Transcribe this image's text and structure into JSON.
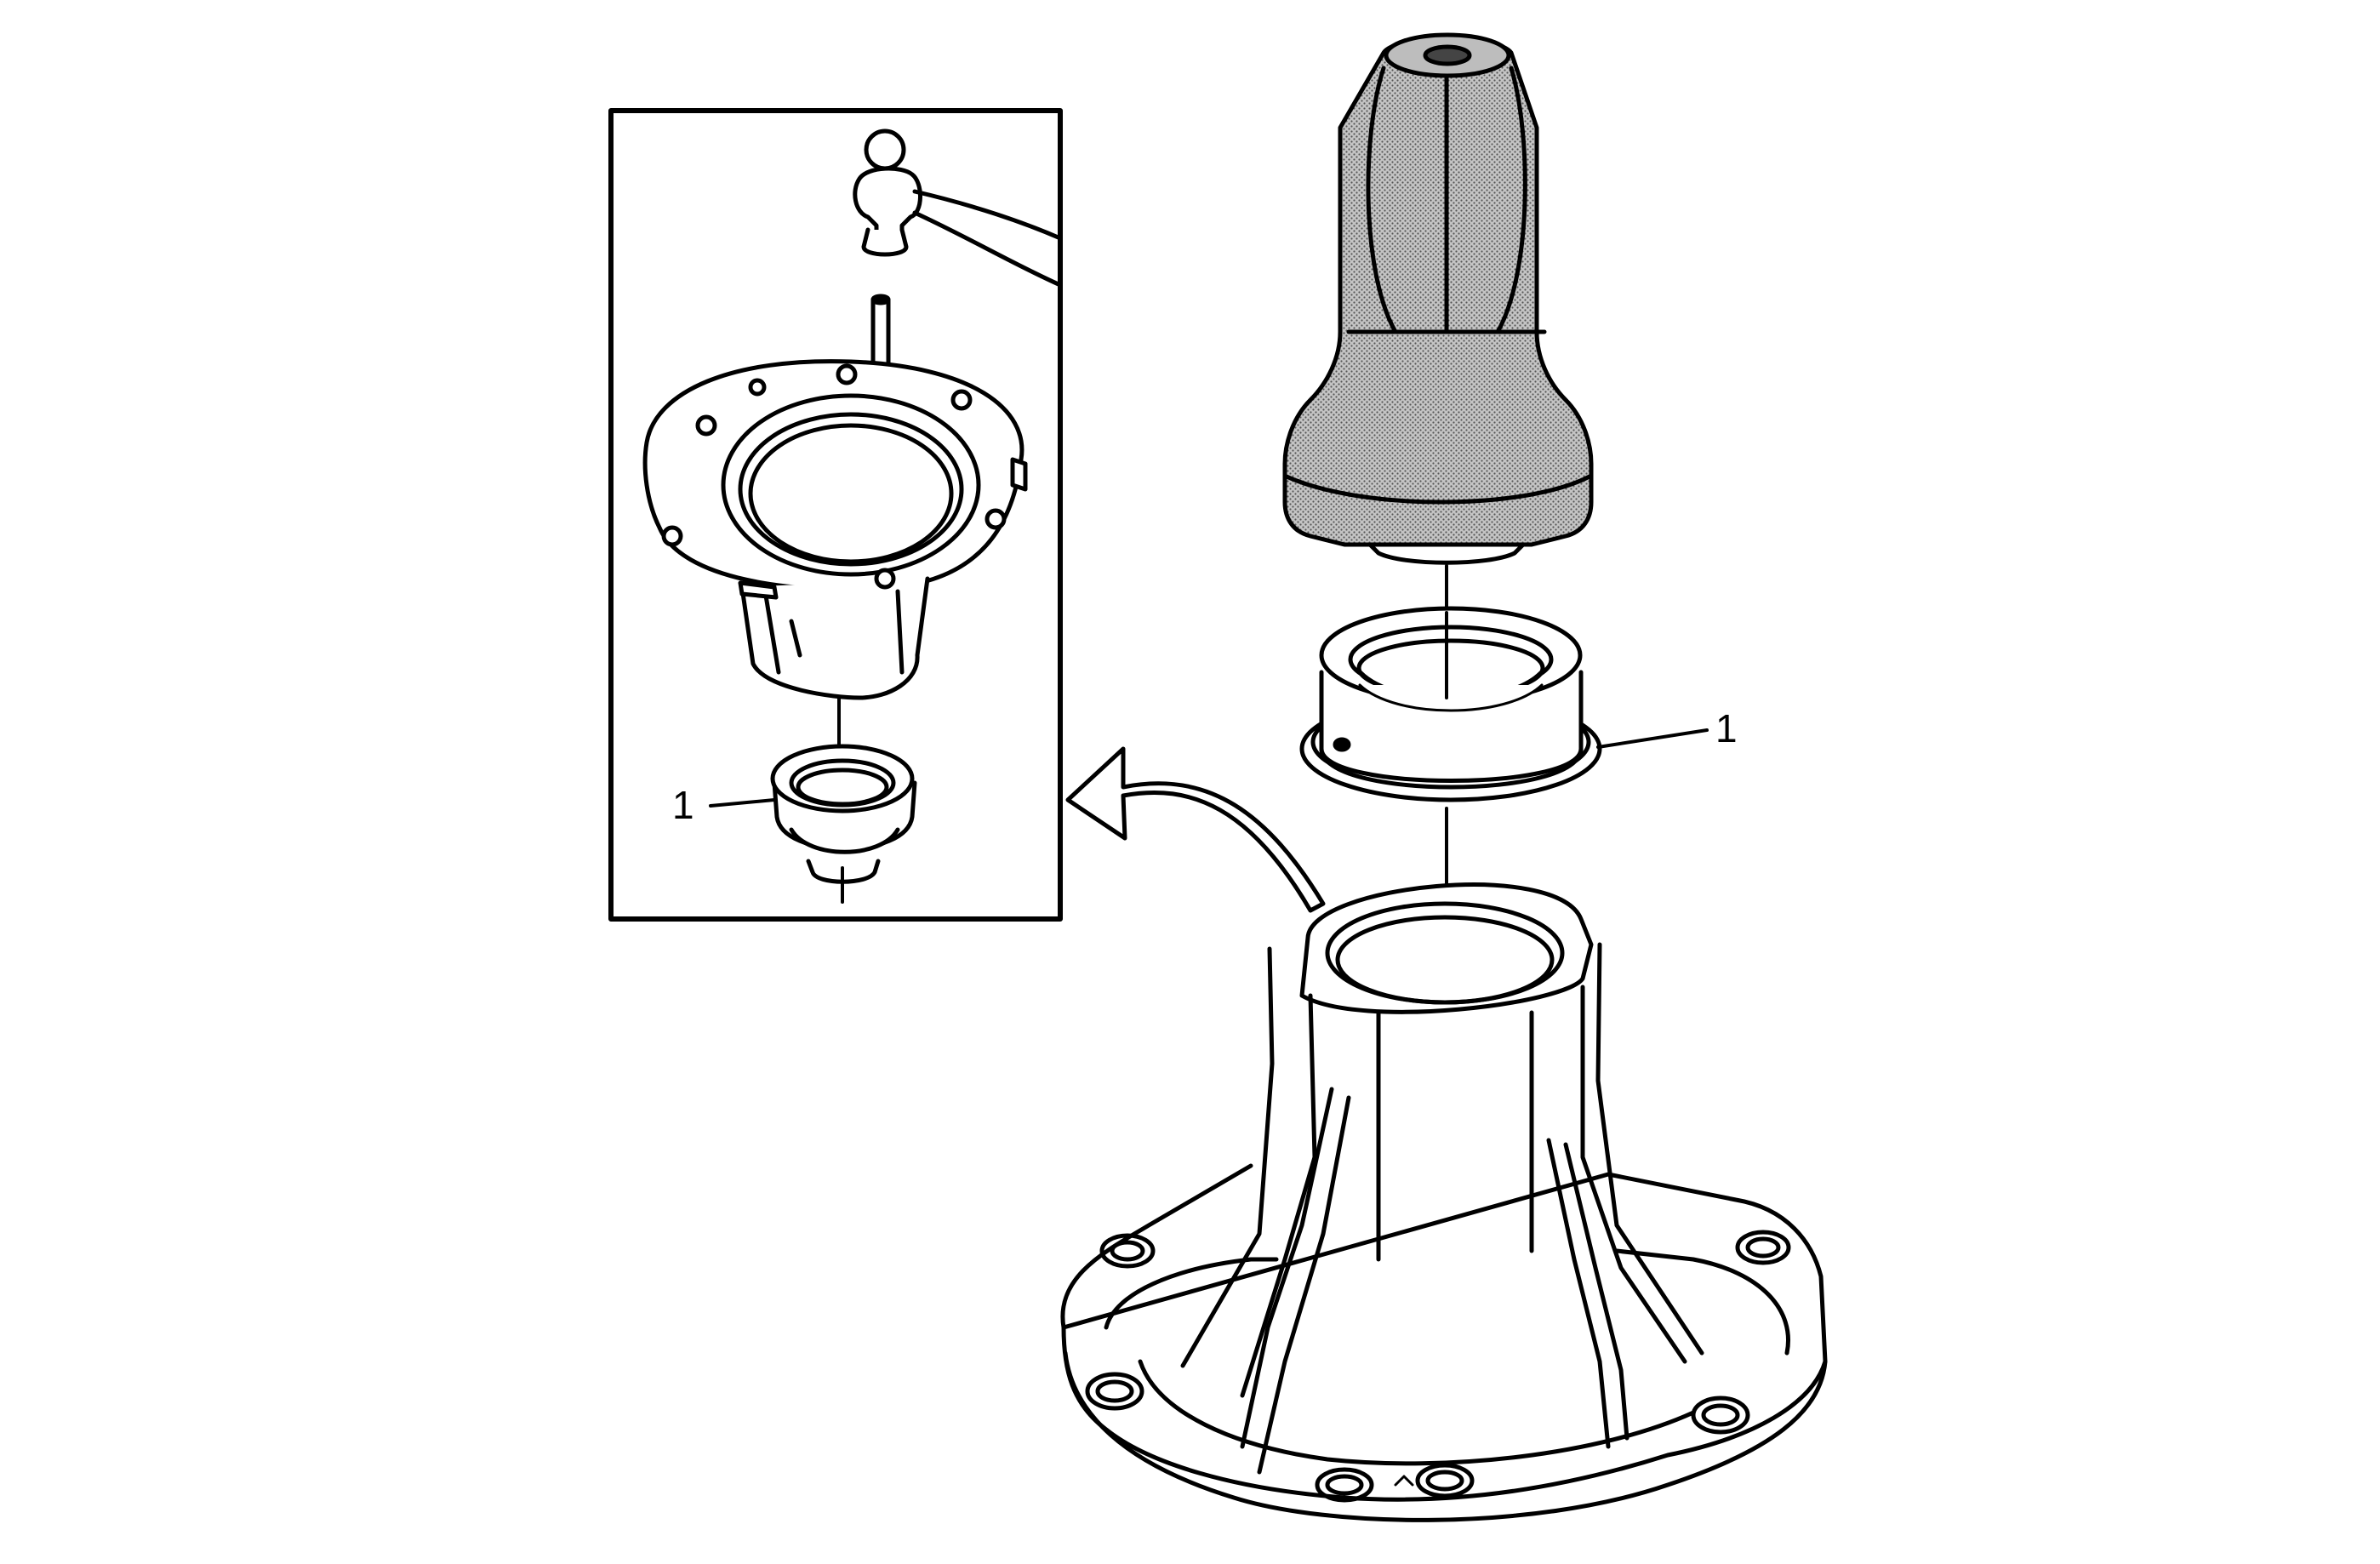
{
  "diagram": {
    "colors": {
      "line": "#000000",
      "background": "#ffffff",
      "tool_shading": "#9a9a9a"
    },
    "callouts": [
      {
        "id": "seal-main",
        "label": "1"
      },
      {
        "id": "seal-inset",
        "label": "1"
      }
    ],
    "components": [
      "seal-installer-tool",
      "output-seal",
      "extension-housing",
      "inset-hammer",
      "inset-drift-rod",
      "inset-housing",
      "inset-seal",
      "direction-arrow"
    ]
  }
}
